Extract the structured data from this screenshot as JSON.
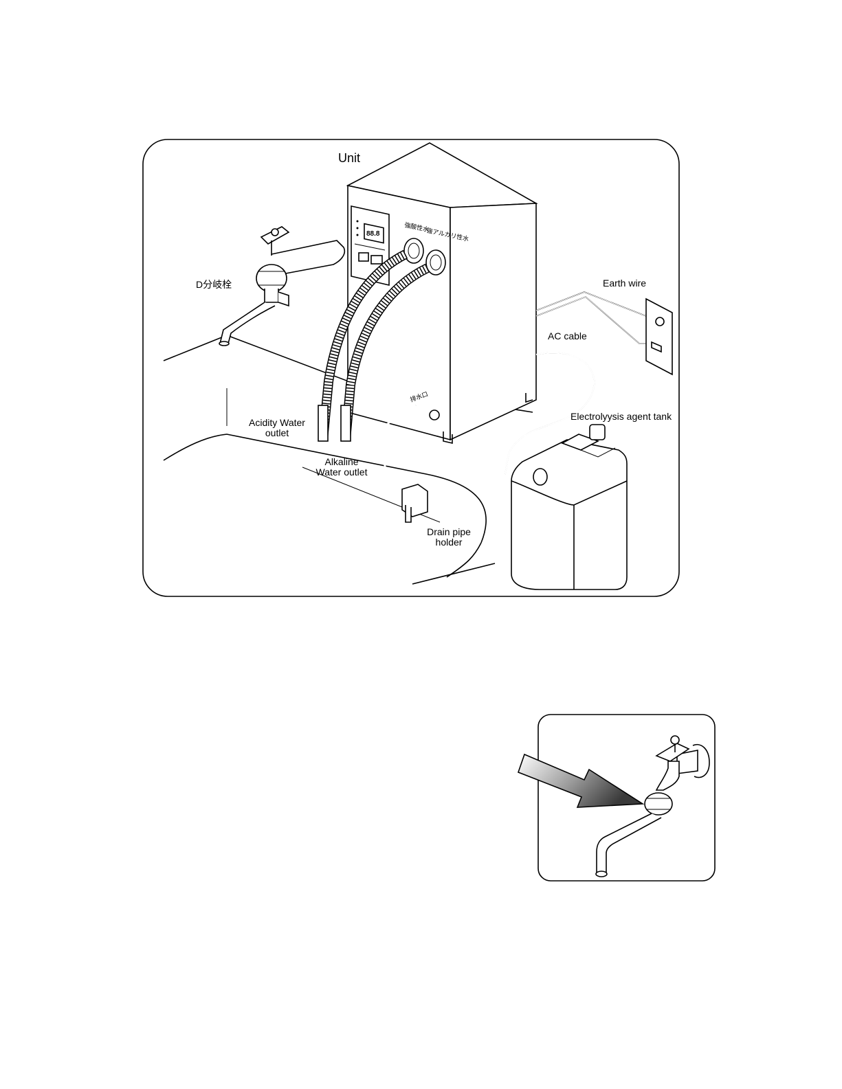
{
  "labels": {
    "unit": "Unit",
    "faucet": "D分岐栓",
    "earth_wire": "Earth wire",
    "ac_cable": "AC cable",
    "tank": "Electrolyysis agent tank",
    "acidity_line1": "Acidity Water",
    "acidity_line2": "outlet",
    "alkaline_line1": "Alkaline",
    "alkaline_line2": "Water outlet",
    "drain_line1": "Drain pipe",
    "drain_line2": "holder",
    "unit_side_jp1": "強酸性水",
    "unit_side_jp2": "強アルカリ性水",
    "display_digits": "88.8"
  },
  "icons": {
    "faucet": "faucet-icon",
    "arrow": "arrow-icon",
    "outlet": "wall-outlet-icon"
  }
}
